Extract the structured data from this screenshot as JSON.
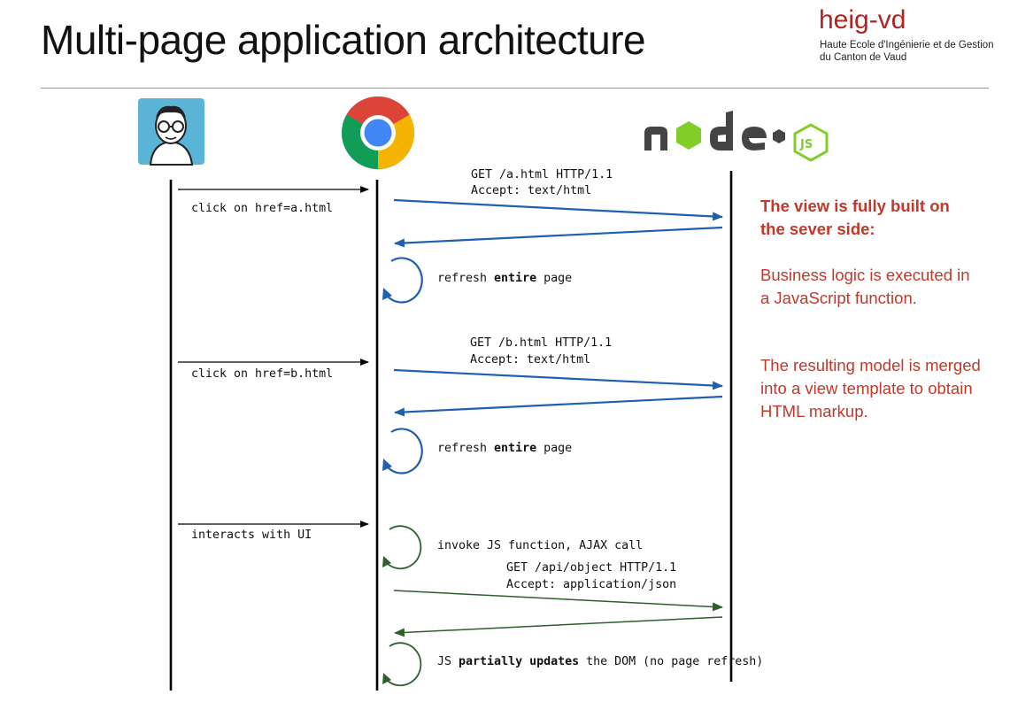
{
  "title": "Multi-page application architecture",
  "logo": {
    "name": "heig-vd",
    "line1": "Haute Ecole d'Ingénierie et de Gestion",
    "line2": "du Canton de Vaud"
  },
  "participants": [
    {
      "name": "user-avatar-icon"
    },
    {
      "name": "chrome-browser-icon"
    },
    {
      "name": "nodejs-logo-icon"
    }
  ],
  "steps": {
    "click_a": "click on href=a.html",
    "req_a_line1": "GET /a.html HTTP/1.1",
    "req_a_line2": "Accept: text/html",
    "refresh1_pre": "refresh ",
    "refresh1_bold": "entire",
    "refresh1_post": " page",
    "click_b": "click on href=b.html",
    "req_b_line1": "GET /b.html HTTP/1.1",
    "req_b_line2": "Accept: text/html",
    "refresh2_pre": "refresh ",
    "refresh2_bold": "entire",
    "refresh2_post": " page",
    "interacts": "interacts with UI",
    "invoke": "invoke JS function, AJAX call",
    "req_api_line1": "GET /api/object HTTP/1.1",
    "req_api_line2": "Accept: application/json",
    "partial_pre": "JS ",
    "partial_bold": "partially updates",
    "partial_post": " the DOM (no page refresh)"
  },
  "note": {
    "heading": "The view is fully built on the sever side:",
    "para1": "Business logic is executed in a JavaScript function.",
    "para2": "The resulting model is merged into a view template to obtain HTML markup."
  },
  "colors": {
    "blue": "#1f5fb0",
    "green": "#2e5f2e",
    "red": "#c0392b",
    "brand": "#b22323"
  }
}
